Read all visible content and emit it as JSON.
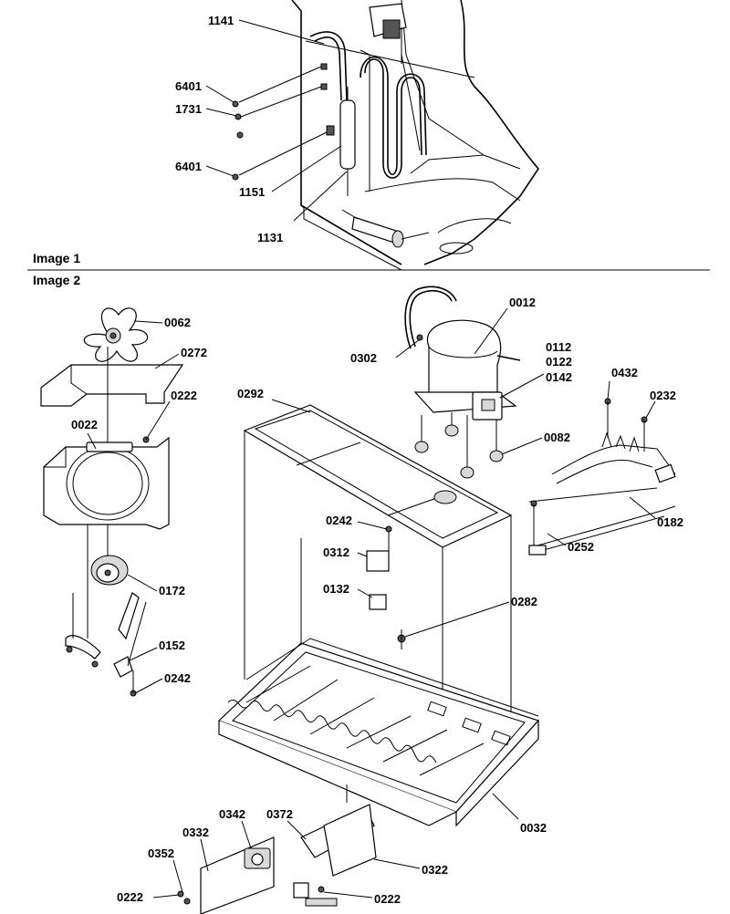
{
  "sections": {
    "image1": "Image 1",
    "image2": "Image 2"
  },
  "labels": {
    "p1141": "1141",
    "p6401a": "6401",
    "p1731": "1731",
    "p6401b": "6401",
    "p1151": "1151",
    "p1131": "1131",
    "p0062": "0062",
    "p0272": "0272",
    "p0222a": "0222",
    "p0022": "0022",
    "p0172": "0172",
    "p0152": "0152",
    "p0242a": "0242",
    "p0012": "0012",
    "p0302": "0302",
    "p0112": "0112",
    "p0122": "0122",
    "p0142": "0142",
    "p0292": "0292",
    "p0082": "0082",
    "p0432": "0432",
    "p0232": "0232",
    "p0182": "0182",
    "p0252": "0252",
    "p0242b": "0242",
    "p0312": "0312",
    "p0132": "0132",
    "p0282": "0282",
    "p0032": "0032",
    "p0342": "0342",
    "p0372": "0372",
    "p0332": "0332",
    "p0352": "0352",
    "p0322": "0322",
    "p0222b": "0222",
    "p0222c": "0222"
  }
}
